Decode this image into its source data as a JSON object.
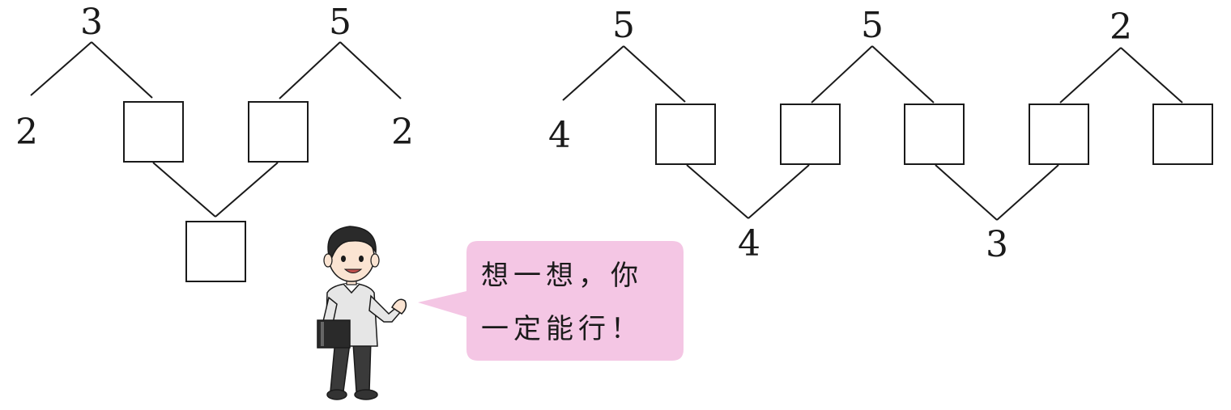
{
  "left_puzzle": {
    "top_left": "3",
    "top_right": "5",
    "left_leaf": "2",
    "right_leaf": "2"
  },
  "right_puzzle": {
    "top_1": "5",
    "top_2": "5",
    "top_3": "2",
    "left_leaf": "4",
    "bottom_1": "4",
    "bottom_2": "3"
  },
  "speech_bubble": {
    "line1": "想一想，你",
    "line2": "一定能行！"
  },
  "colors": {
    "bubble_fill": "#f4c6e4",
    "ink": "#1a1a1a"
  },
  "icons": {
    "character": "boy-holding-book-icon"
  }
}
